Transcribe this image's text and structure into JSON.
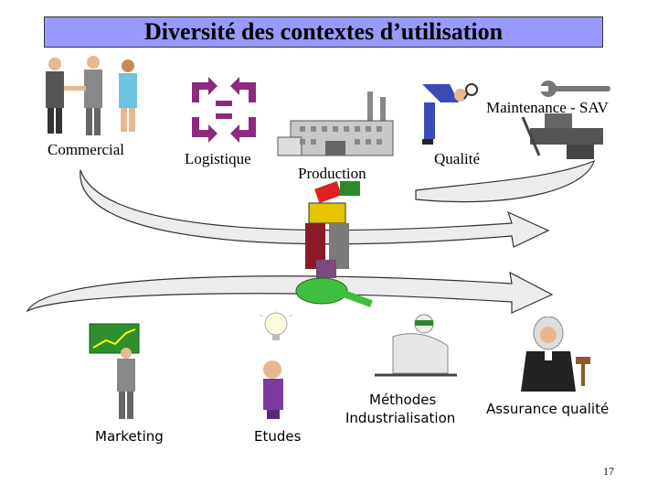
{
  "title": "Diversité des contextes d’utilisation",
  "labels": {
    "commercial": "Commercial",
    "logistique": "Logistique",
    "production": "Production",
    "qualite": "Qualité",
    "maintenance": "Maintenance - SAV",
    "marketing": "Marketing",
    "etudes": "Etudes",
    "methodes_line1": "Méthodes",
    "methodes_line2": "Industrialisation",
    "assurance": "Assurance qualité"
  },
  "page_number": "17",
  "colors": {
    "title_bg": "#9999ff",
    "arrow_fill": "#e8e8e8",
    "recycle_arrows": "#8e2a7c"
  },
  "icons": [
    "business-people-icon",
    "recycle-arrows-icon",
    "factory-icon",
    "inspector-magnifier-icon",
    "wrench-vise-icon",
    "engine-icon",
    "presenter-chart-icon",
    "lightbulb-thinker-icon",
    "cleanroom-worker-icon",
    "judge-gavel-icon"
  ]
}
